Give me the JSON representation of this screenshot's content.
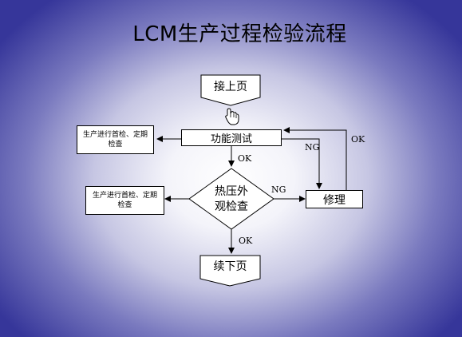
{
  "title": "LCM生产过程检验流程",
  "nodes": {
    "start": "接上页",
    "function_test": "功能测试",
    "inspection_line1": "热压外",
    "inspection_line2": "观检查",
    "repair": "修理",
    "end": "续下页",
    "first_article_top": "生产进行首检、定期检查",
    "first_article_mid": "生产进行首检、定期检查"
  },
  "edge_labels": {
    "ok_after_test": "OK",
    "ng_from_test": "NG",
    "ok_repair_back": "OK",
    "ng_from_inspection": "NG",
    "ok_after_inspection": "OK"
  },
  "colors": {
    "box_border": "#000000",
    "background_edge": "#36369a"
  }
}
